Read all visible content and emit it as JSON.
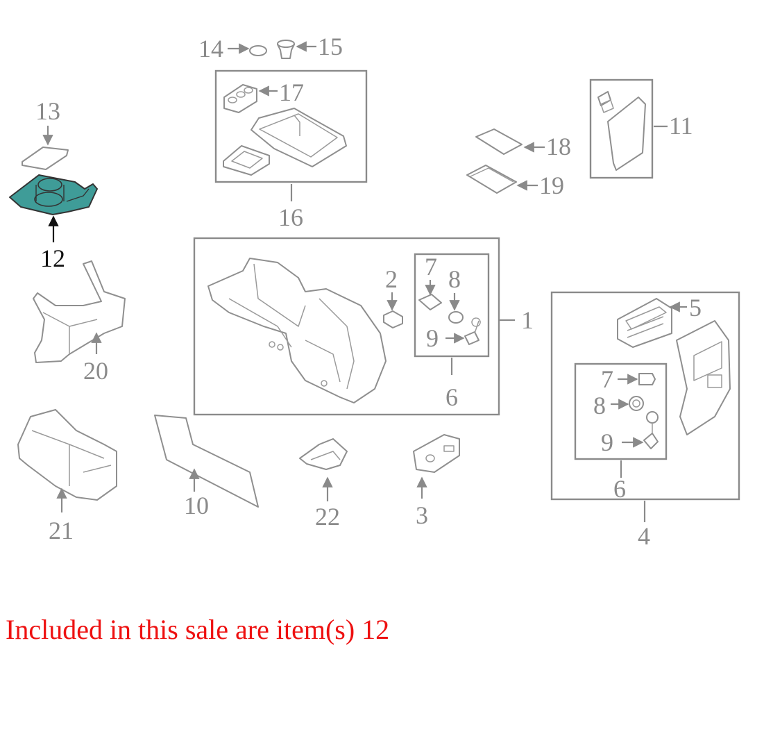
{
  "labels": {
    "p1": "1",
    "p2": "2",
    "p3": "3",
    "p4": "4",
    "p5": "5",
    "p6a": "6",
    "p6b": "6",
    "p7a": "7",
    "p7b": "7",
    "p8a": "8",
    "p8b": "8",
    "p9a": "9",
    "p9b": "9",
    "p10": "10",
    "p11": "11",
    "p12": "12",
    "p13": "13",
    "p14": "14",
    "p15": "15",
    "p16": "16",
    "p17": "17",
    "p18": "18",
    "p19": "19",
    "p20": "20",
    "p21": "21",
    "p22": "22"
  },
  "selected_item": "12",
  "colors": {
    "highlight": "#3f9c98",
    "text_red": "#ee1111",
    "line_gray": "#8a8a8a"
  },
  "sale_text": "Included in this sale are item(s) 12"
}
